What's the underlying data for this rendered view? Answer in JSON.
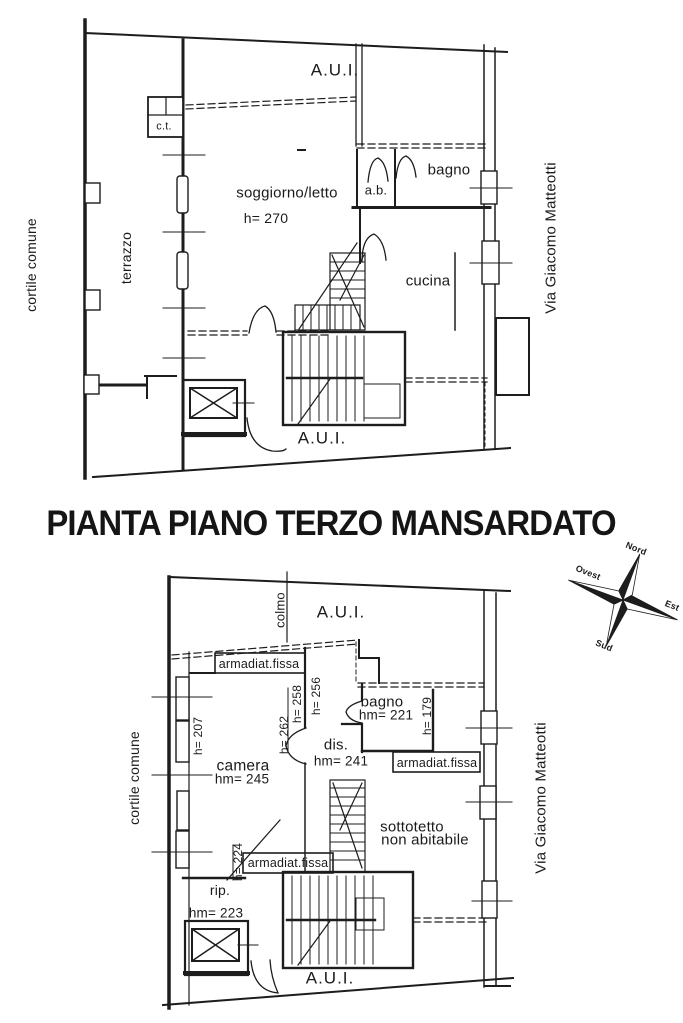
{
  "title": "PIANTA PIANO TERZO MANSARDATO",
  "compass": {
    "nord": "Nord",
    "est": "Est",
    "sud": "Sud",
    "ovest": "Ovest"
  },
  "upper_plan": {
    "aui_top": "A.U.I.",
    "ct": "c.t.",
    "soggiorno": "soggiorno/letto",
    "soggiorno_h": "h= 270",
    "ab": "a.b.",
    "bagno": "bagno",
    "terrazzo": "terrazzo",
    "cucina": "cucina",
    "aui_bottom": "A.U.I.",
    "left_street": "cortile comune",
    "right_street": "Via Giacomo Matteotti"
  },
  "lower_plan": {
    "colmo": "colmo",
    "aui_top": "A.U.I.",
    "armadiatura_top": "armadiat.fissa",
    "h258": "h= 258",
    "h256": "h= 256",
    "h262": "h= 262",
    "h207": "h= 207",
    "bagno": "bagno",
    "bagno_hm": "hm= 221",
    "h179": "h= 179",
    "dis": "dis.",
    "dis_hm": "hm= 241",
    "camera": "camera",
    "camera_hm": "hm= 245",
    "armadiatura_right": "armadiat.fissa",
    "sottotetto_1": "sottotetto",
    "sottotetto_2": "non abitabile",
    "h224": "h= 224",
    "armadiatura_bottom": "armadiat.fissa",
    "rip": "rip.",
    "rip_hm": "hm= 223",
    "aui_bottom": "A.U.I.",
    "left_street": "cortile comune",
    "right_street": "Via Giacomo Matteotti"
  },
  "colors": {
    "ink": "#1d1d1d",
    "paper": "#ffffff"
  }
}
